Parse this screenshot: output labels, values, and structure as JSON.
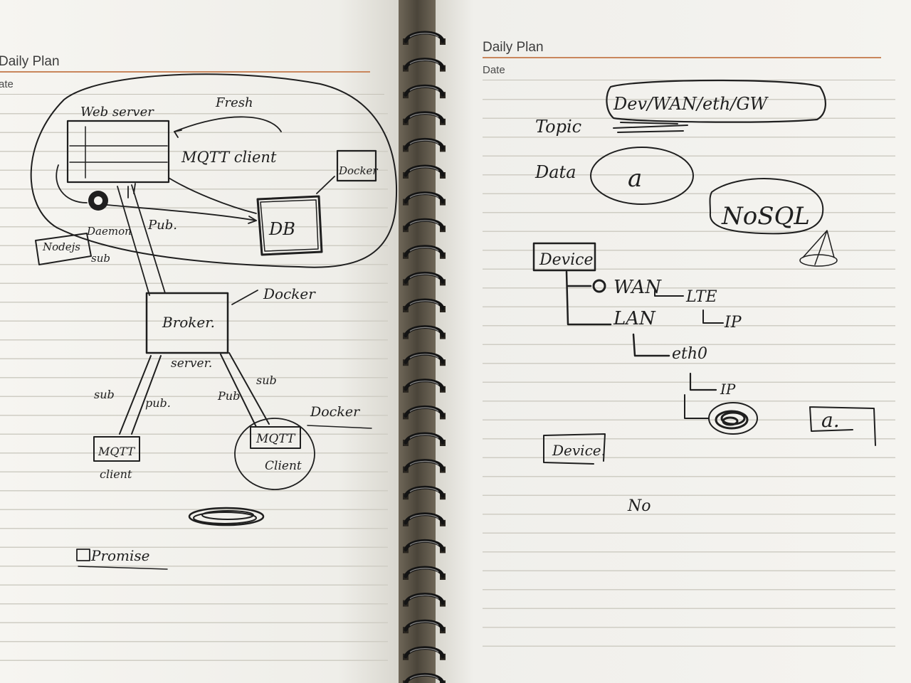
{
  "left_page": {
    "header_title": "Daily Plan",
    "header_date": "ate",
    "labels": {
      "web_server": "Web server",
      "fresh": "Fresh",
      "mqtt_client_top": "MQTT client",
      "docker_top": "Docker",
      "nodejs": "Nodejs",
      "daemon": "Daemon",
      "sub_left": "sub",
      "pub_top": "Pub.",
      "db": "DB",
      "broker": "Broker.",
      "docker_broker": "Docker",
      "server": "server.",
      "sub_bl": "sub",
      "pub_bl": "pub.",
      "pub_br": "Pub",
      "sub_br": "sub",
      "docker_bottom": "Docker",
      "mqtt_client_bl_1": "MQTT",
      "mqtt_client_bl_2": "client",
      "mqtt_client_br_1": "MQTT",
      "mqtt_client_br_2": "Client",
      "promise": "Promise"
    }
  },
  "right_page": {
    "header_title": "Daily Plan",
    "header_date": "Date",
    "labels": {
      "topic_path": "Dev/WAN/eth/GW",
      "topic": "Topic",
      "data": "Data",
      "data_value": "a",
      "nosql": "NoSQL",
      "device": "Device",
      "wan": "WAN",
      "lte": "LTE",
      "ip_1": "IP",
      "lan": "LAN",
      "eth0": "eth0",
      "ip_2": "IP",
      "a_box": "a.",
      "device_box": "Device.",
      "no": "No"
    }
  },
  "colors": {
    "ink": "#1f1f1f",
    "header_rule": "#c9865c",
    "paper": "#f3f2ee"
  }
}
